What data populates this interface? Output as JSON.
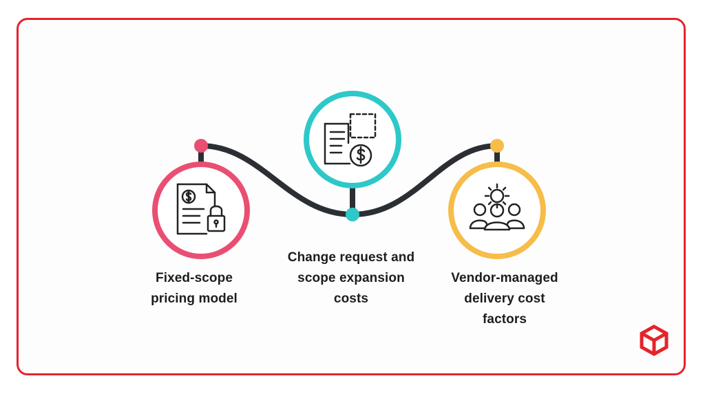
{
  "stages": [
    {
      "id": "fixed",
      "label_lines": [
        "Fixed-scope",
        "pricing model"
      ],
      "color": "#e94f72",
      "icon": "document-lock-icon"
    },
    {
      "id": "change",
      "label_lines": [
        "Change request and",
        "scope expansion",
        "costs"
      ],
      "color": "#2ec8c9",
      "icon": "document-dollar-icon"
    },
    {
      "id": "vendor",
      "label_lines": [
        "Vendor-managed",
        "delivery cost",
        "factors"
      ],
      "color": "#f6bd4a",
      "icon": "team-gear-icon"
    }
  ],
  "colors": {
    "frame_border": "#e5232b",
    "connector": "#2b2f33",
    "icon_stroke": "#222222",
    "logo": "#e5232b"
  },
  "logo": {
    "icon": "cube-logo-icon"
  }
}
